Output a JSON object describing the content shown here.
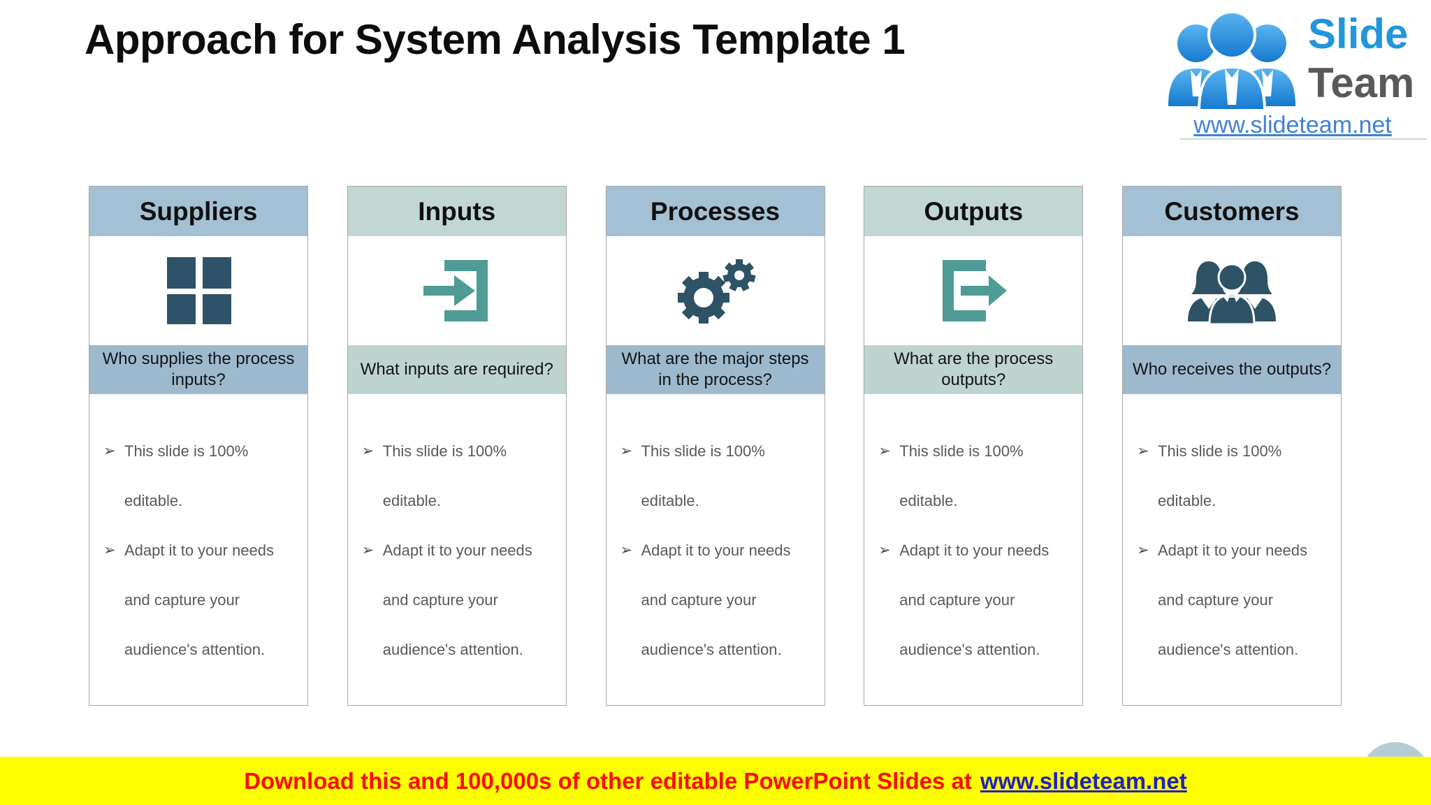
{
  "title": "Approach for System Analysis Template 1",
  "logo": {
    "slide": "Slide",
    "team": "Team",
    "url": "www.slideteam.net"
  },
  "bullet_marker": "➢",
  "columns": [
    {
      "label": "Suppliers",
      "icon": "grid-icon",
      "tone": "blue",
      "question": "Who supplies the process inputs?",
      "bullets": [
        "This slide is 100% editable.",
        "Adapt it to your needs and capture your audience's attention."
      ]
    },
    {
      "label": "Inputs",
      "icon": "login-arrow-icon",
      "tone": "teal",
      "question": "What inputs are required?",
      "bullets": [
        "This slide is 100% editable.",
        "Adapt it to your needs and capture your audience's attention."
      ]
    },
    {
      "label": "Processes",
      "icon": "gears-icon",
      "tone": "blue",
      "question": "What are the major steps in the process?",
      "bullets": [
        "This slide is 100% editable.",
        "Adapt it to your needs and capture your audience's attention."
      ]
    },
    {
      "label": "Outputs",
      "icon": "logout-arrow-icon",
      "tone": "teal",
      "question": "What are the process outputs?",
      "bullets": [
        "This slide is 100% editable.",
        "Adapt it to your needs and capture your audience's attention."
      ]
    },
    {
      "label": "Customers",
      "icon": "team-icon",
      "tone": "blue",
      "question": "Who receives the outputs?",
      "bullets": [
        "This slide is 100% editable.",
        "Adapt it to your needs and capture your audience's attention."
      ]
    }
  ],
  "banner": {
    "text": "Download this and 100,000s of other editable PowerPoint Slides at",
    "link": "www.slideteam.net"
  },
  "colors": {
    "header_blue": "#a4c0d4",
    "header_teal": "#c2d7d4",
    "icon_navy": "#2e5368",
    "icon_teal": "#4f9b95",
    "banner_bg": "#ffff00",
    "banner_text": "#fb0d00",
    "banner_link": "#2222bf",
    "logo_slide_blue": "#2196dc",
    "logo_team_gray": "#58595b"
  }
}
